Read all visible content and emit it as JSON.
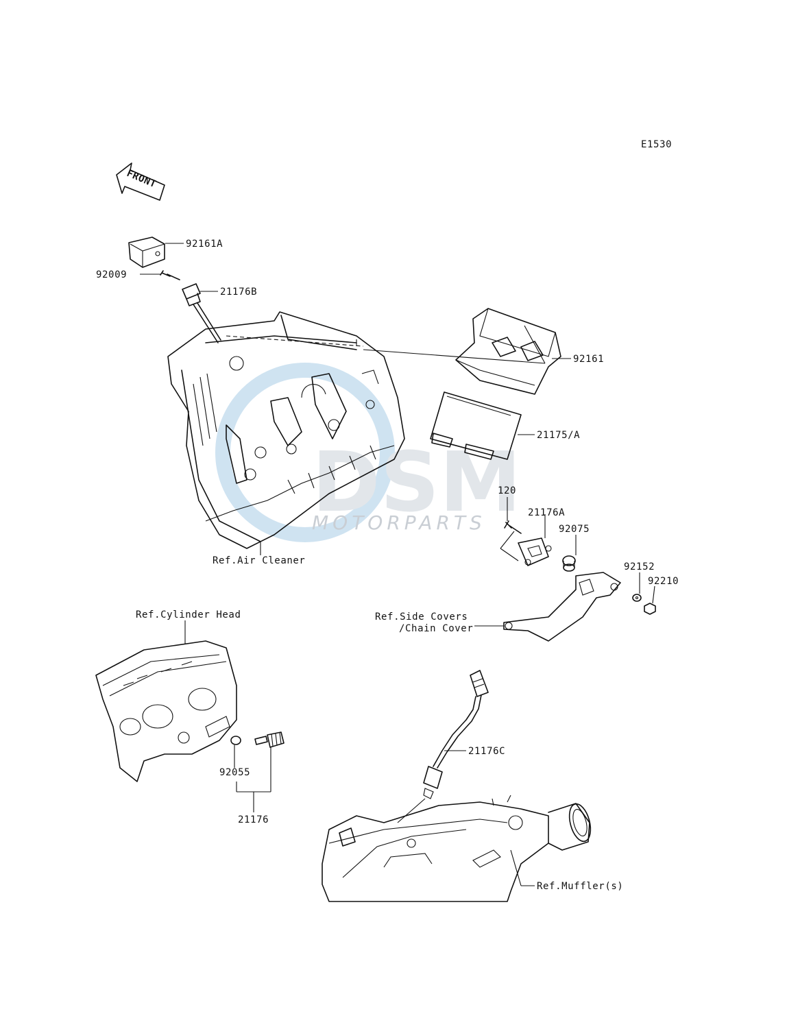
{
  "diagram_code": "E1530",
  "front_label": "FRONT",
  "watermark": {
    "brand": "DSM",
    "sub": "MOTORPARTS",
    "accent_color": "#cfe3f1"
  },
  "parts": {
    "p92161A": "92161A",
    "p92009": "92009",
    "p21176B": "21176B",
    "p92161": "92161",
    "p21175A": "21175/A",
    "p120": "120",
    "p21176A": "21176A",
    "p92075": "92075",
    "p92152": "92152",
    "p92210": "92210",
    "p92055": "92055",
    "p21176": "21176",
    "p21176C": "21176C"
  },
  "refs": {
    "air_cleaner": "Ref.Air Cleaner",
    "cylinder_head": "Ref.Cylinder Head",
    "side_covers_1": "Ref.Side Covers",
    "side_covers_2": "/Chain Cover",
    "muffler": "Ref.Muffler(s)"
  }
}
